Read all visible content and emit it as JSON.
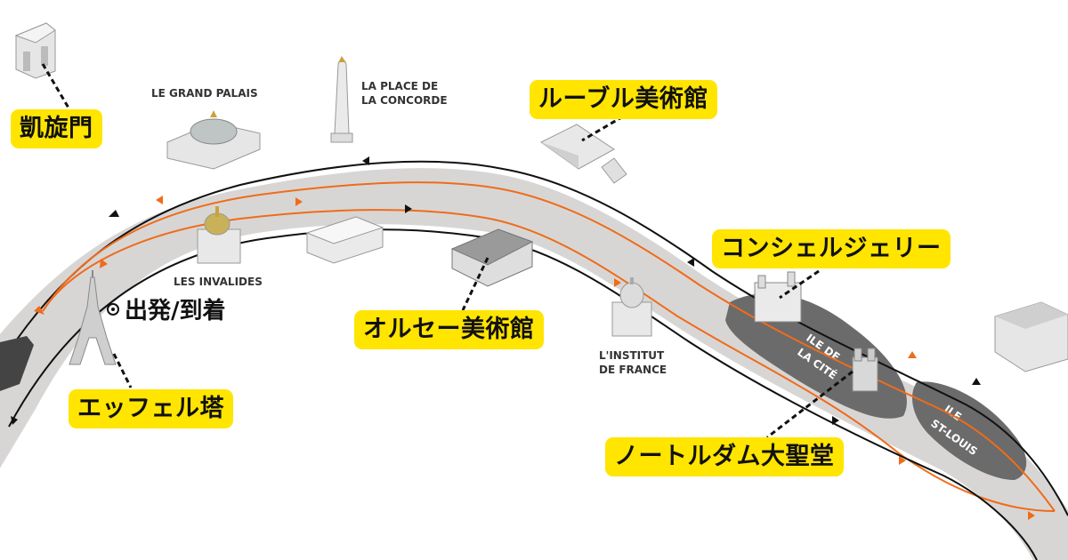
{
  "map": {
    "start_label": "出発/到着",
    "jp_labels": {
      "arc": "凱旋門",
      "louvre": "ルーブル美術館",
      "conciergerie": "コンシェルジェリー",
      "orsay": "オルセー美術館",
      "eiffel": "エッフェル塔",
      "notre_dame": "ノートルダム大聖堂"
    },
    "fr_labels": {
      "grand_palais": "LE GRAND PALAIS",
      "concorde_line1": "LA PLACE DE",
      "concorde_line2": "LA CONCORDE",
      "invalides": "LES INVALIDES",
      "institut_line1": "L'INSTITUT",
      "institut_line2": "DE FRANCE"
    },
    "islands": {
      "cite_line1": "ILE DE",
      "cite_line2": "LA CITÉ",
      "stlouis_line1": "ILE",
      "stlouis_line2": "ST-LOUIS"
    },
    "colors": {
      "river": "#d8d6d5",
      "route_orange": "#ef6c1a",
      "route_black": "#111111",
      "label_yellow": "#ffe500",
      "island": "#6b6b6b"
    }
  }
}
